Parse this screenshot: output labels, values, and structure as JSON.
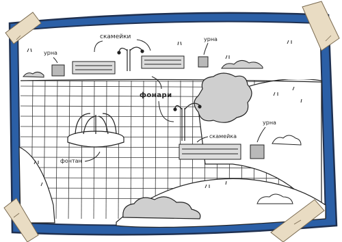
{
  "labels": {
    "benches_top": "скамейки",
    "bin_left": "урна",
    "bin_right_top": "урна",
    "lamps": "фонари",
    "bench_right": "скамейка",
    "bin_right": "урна",
    "fountain": "фонтан"
  },
  "colors": {
    "frame_blue": "#2b5fa6",
    "frame_outline": "#1f3050",
    "tape": "#e9dcc3",
    "bush_gray": "#cfcfcf",
    "bin_gray": "#b9b9b9",
    "line": "#222222"
  }
}
